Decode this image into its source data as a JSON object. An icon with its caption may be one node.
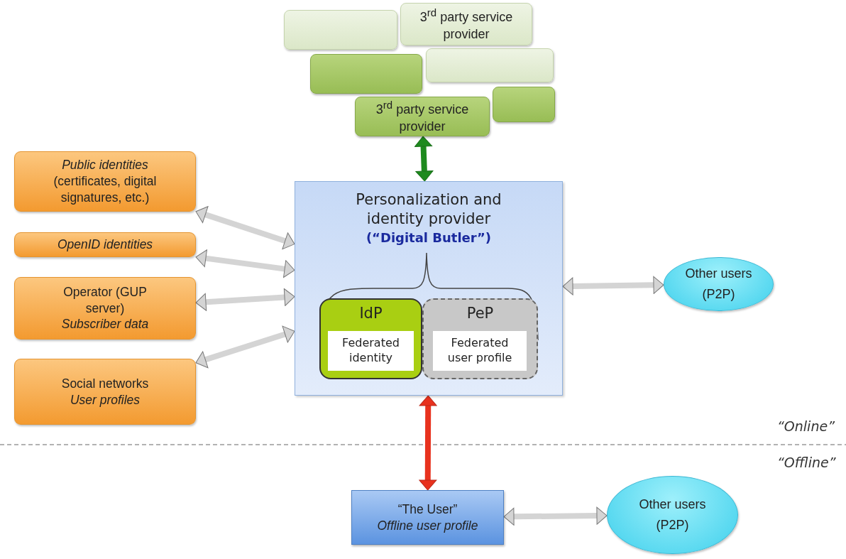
{
  "diagram": {
    "nodes": [
      {
        "text": [],
        "shape": "box"
      },
      {
        "text": [
          "3$^{rd}$ party service provider"
        ]
      },
      {
        "text": [],
        "shape": "box"
      },
      {
        "text": [],
        "shape": "box"
      },
      {
        "text": [],
        "shape": "box"
      },
      {
        "text": [
          "3$^{rd}$ party service provider"
        ]
      },
      {
        "text": [
          "Public identities",
          "(certificates, digital signatures, etc.)"
        ]
      },
      {
        "text": [
          "OpenID identities"
        ]
      },
      {
        "text": [
          "Operator (GUP server)",
          "Subscriber data"
        ]
      },
      {
        "text": [
          "Social networks",
          "User profiles"
        ]
      },
      {
        "text": [
          "Personalization and identity provider",
          "(“Digital Butler”)"
        ]
      },
      {
        "text": [
          "IdP"
        ],
        "in": 10
      },
      {
        "text": [
          "Federated identity"
        ],
        "in": 11
      },
      {
        "text": [
          "PeP"
        ],
        "in": 10
      },
      {
        "text": [
          "Federated user profile"
        ],
        "in": 13
      },
      {
        "text": [
          "Other users (P2P)"
        ]
      },
      {
        "text": [
          "“The User”",
          "Offline user profile"
        ]
      },
      {
        "text": [
          "Other users (P2P)"
        ]
      }
    ],
    "edges": [
      {
        "from": 5,
        "to": 10,
        "arrow": "both",
        "color": "#1e8a1e"
      },
      {
        "from": 6,
        "to": 10,
        "arrow": "both"
      },
      {
        "from": 7,
        "to": 10,
        "arrow": "both"
      },
      {
        "from": 8,
        "to": 10,
        "arrow": "both"
      },
      {
        "from": 9,
        "to": 10,
        "arrow": "both"
      },
      {
        "from": 10,
        "to": 15,
        "arrow": "both"
      },
      {
        "from": 10,
        "to": 16,
        "arrow": "both",
        "color": "#e8321e"
      },
      {
        "from": 16,
        "to": 17,
        "arrow": "both"
      }
    ],
    "labels": [
      "“Online”",
      "“Offline”"
    ]
  }
}
